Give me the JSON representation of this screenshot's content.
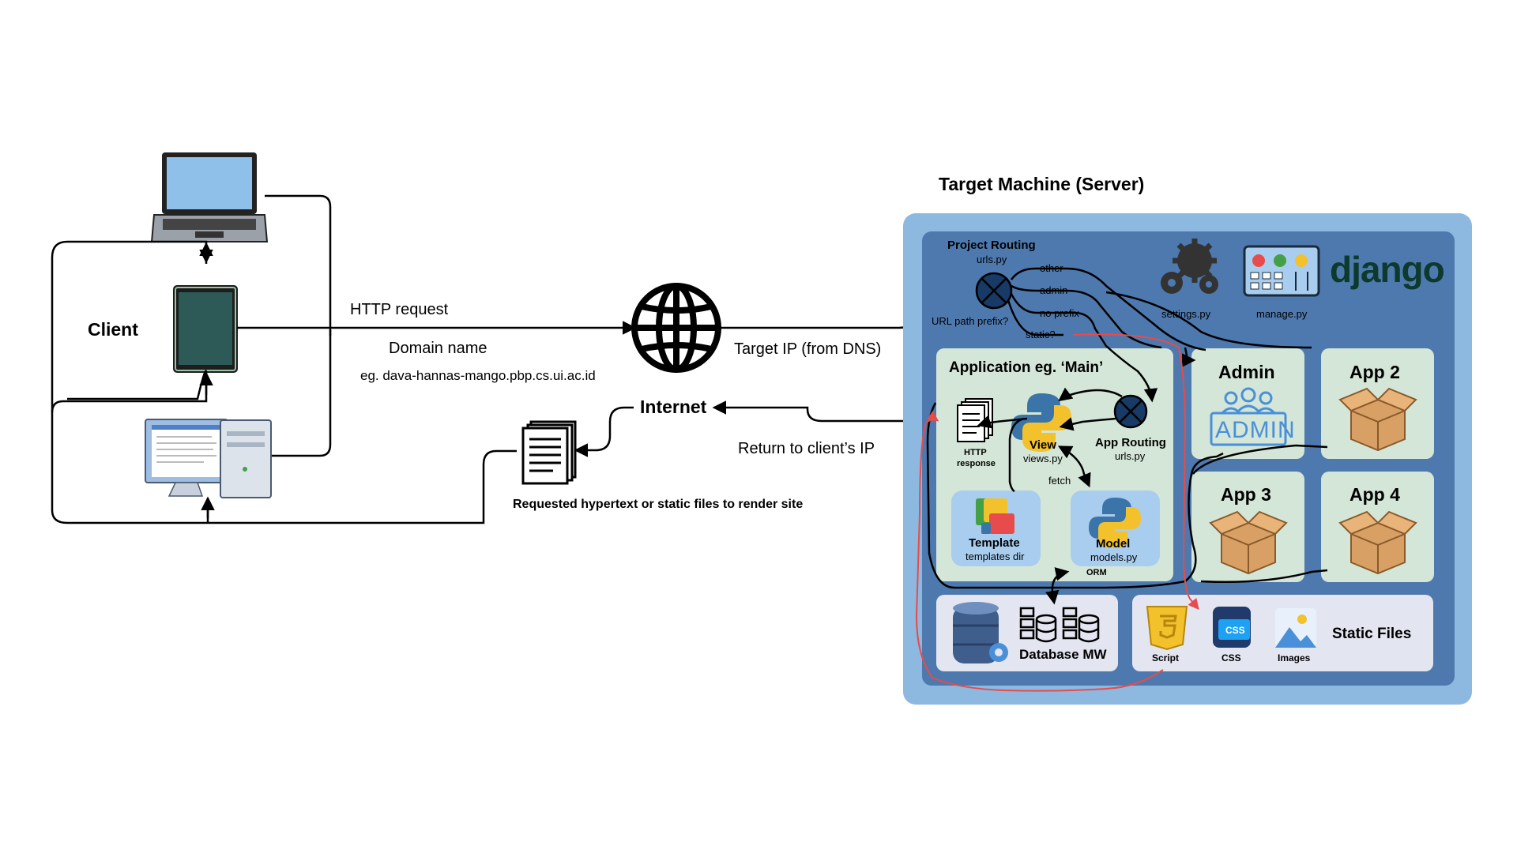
{
  "client": {
    "label": "Client",
    "laptop_icon": "laptop-icon",
    "tablet_icon": "tablet-icon",
    "desktop_icon": "desktop-computer-icon"
  },
  "request": {
    "http_request": "HTTP request",
    "domain_name": "Domain name",
    "domain_example": "eg. dava-hannas-mango.pbp.cs.ui.ac.id",
    "target_ip": "Target IP (from DNS)"
  },
  "internet": {
    "label": "Internet",
    "icon": "globe-icon",
    "return_label": "Return to client’s IP",
    "requested_files": "Requested hypertext or static files to render site",
    "document_icon": "document-icon"
  },
  "server": {
    "title": "Target Machine (Server)",
    "project_routing": {
      "title": "Project Routing",
      "file": "urls.py",
      "prefix_question": "URL path prefix?",
      "branches": [
        "other",
        "admin",
        "no prefix",
        "static?"
      ]
    },
    "settings_label": "settings.py",
    "manage_label": "manage.py",
    "django_logo": "django",
    "application": {
      "title": "Application eg. ‘Main’",
      "http_response": [
        "HTTP",
        "response"
      ],
      "view": {
        "title": "View",
        "file": "views.py"
      },
      "app_routing": {
        "title": "App Routing",
        "file": "urls.py"
      },
      "fetch_label": "fetch",
      "template": {
        "title": "Template",
        "file": "templates dir"
      },
      "model": {
        "title": "Model",
        "file": "models.py"
      },
      "orm_label": "ORM"
    },
    "apps": [
      "Admin",
      "App 2",
      "App 3",
      "App 4"
    ],
    "admin_badge": "ADMIN",
    "database": {
      "title": "Database MW"
    },
    "static_files": {
      "title": "Static Files",
      "items": [
        "Script",
        "CSS",
        "Images"
      ],
      "css_badge": "CSS"
    }
  },
  "colors": {
    "server_outer": "#8db8e0",
    "server_inner": "#4e79ae",
    "app_box": "#d4e6d7",
    "app_icon_box": "#a9cdee",
    "light_box": "#e3e6f1",
    "django_green": "#0c3a2d",
    "red_path": "#e84b4b"
  }
}
